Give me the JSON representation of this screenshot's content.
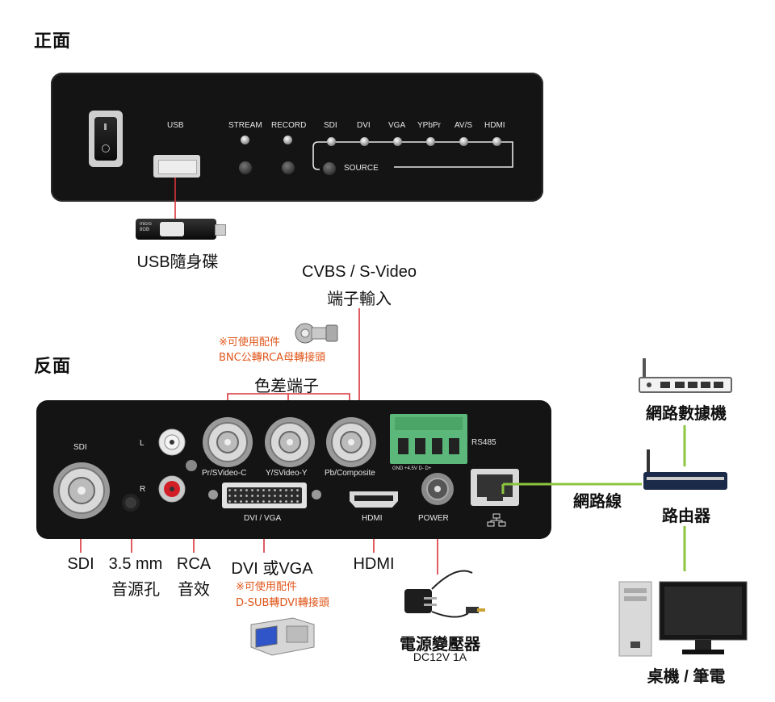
{
  "front": {
    "title": "正面",
    "usb_label": "USB",
    "stream_label": "STREAM",
    "record_label": "RECORD",
    "sources": [
      "SDI",
      "DVI",
      "VGA",
      "YPbPr",
      "AV/S",
      "HDMI"
    ],
    "source_button_label": "SOURCE",
    "usb_stick_caption": "USB隨身碟",
    "usb_stick_text": [
      "micro",
      "8GB"
    ]
  },
  "rear": {
    "title": "反面",
    "cvbs_caption_1": "CVBS / S-Video",
    "cvbs_caption_2": "端子輸入",
    "bnc_note_1": "※可使用配件",
    "bnc_note_2": "BNC公轉RCA母轉接頭",
    "component_caption": "色差端子",
    "panel_labels": {
      "sdi": "SDI",
      "l": "L",
      "r": "R",
      "pr": "Pr/SVideo-C",
      "y": "Y/SVideo-Y",
      "pb": "Pb/Composite",
      "rs485": "RS485",
      "terminal": "GND  +4.5V  D-  D+",
      "dvi": "DVI / VGA",
      "hdmi": "HDMI",
      "power": "POWER"
    },
    "bottom_labels": {
      "sdi": "SDI",
      "audio_1": "3.5 mm",
      "audio_2": "音源孔",
      "rca_1": "RCA",
      "rca_2": "音效",
      "dvi": "DVI 或VGA",
      "dvi_note_1": "※可使用配件",
      "dvi_note_2": "D-SUB轉DVI轉接頭",
      "hdmi": "HDMI",
      "power_1": "電源變壓器",
      "power_2": "DC12V 1A"
    }
  },
  "network": {
    "modem_label": "網路數據機",
    "cable_label": "網路線",
    "router_label": "路由器",
    "pc_label": "桌機 / 筆電"
  },
  "colors": {
    "callout_line": "#d9343a",
    "network_line": "#8cc63f",
    "note_orange": "#e0561a",
    "terminal_green": "#5bb87a"
  }
}
